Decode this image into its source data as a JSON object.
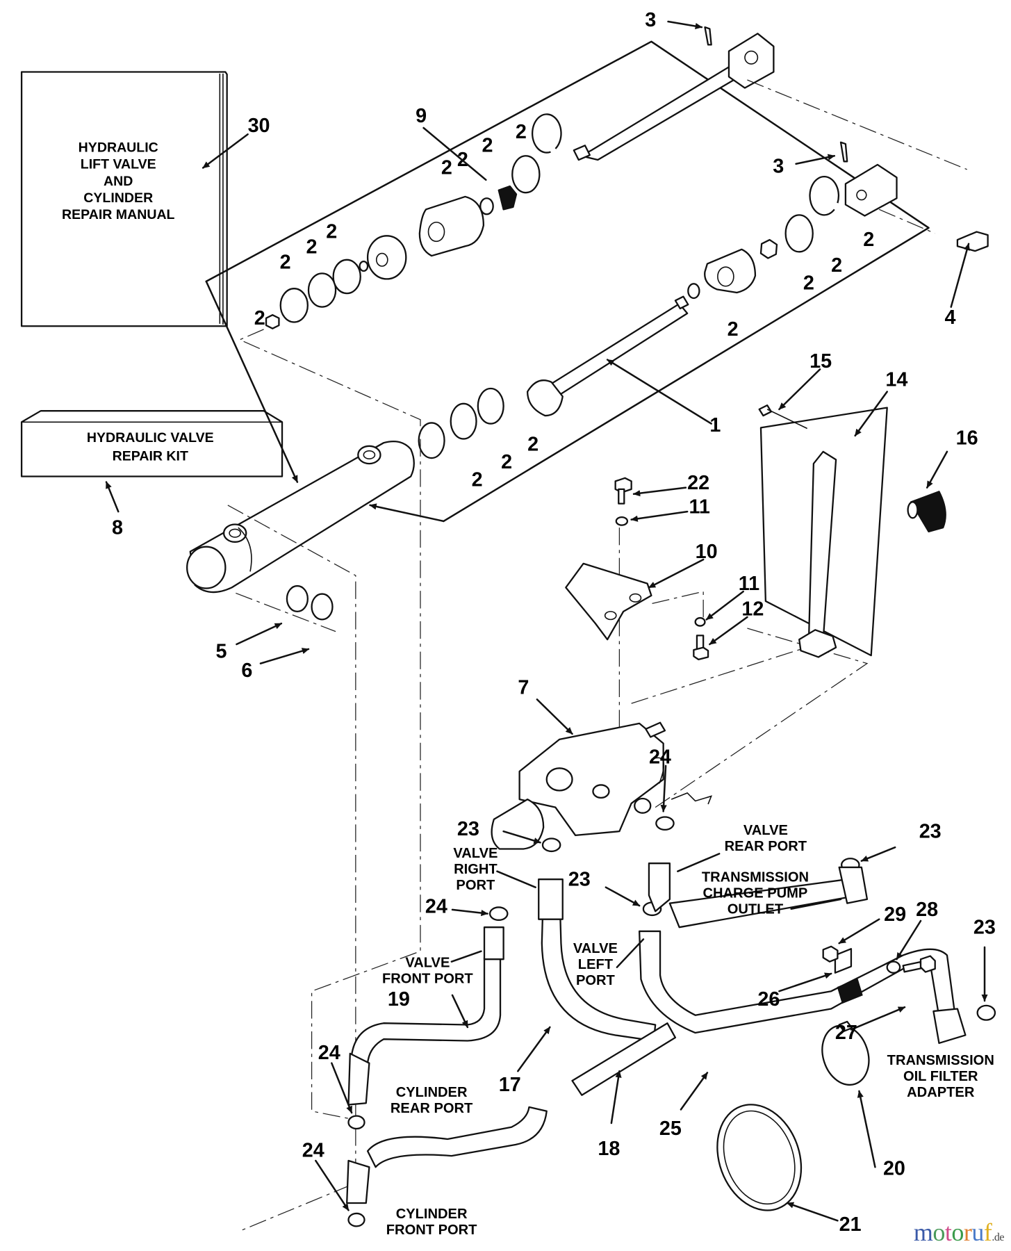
{
  "title": "Hydraulic lift valve and cylinder exploded parts diagram",
  "documents": {
    "manual": {
      "lines": [
        "HYDRAULIC",
        "LIFT VALVE",
        "AND",
        "CYLINDER",
        "REPAIR MANUAL"
      ],
      "callout": "30"
    },
    "kit": {
      "lines": [
        "HYDRAULIC VALVE",
        "REPAIR KIT"
      ],
      "callout": "8"
    }
  },
  "callouts": {
    "c1": "1",
    "c2": "2",
    "c3": "3",
    "c4": "4",
    "c5": "5",
    "c6": "6",
    "c7": "7",
    "c9": "9",
    "c10": "10",
    "c11": "11",
    "c12": "12",
    "c14": "14",
    "c15": "15",
    "c16": "16",
    "c17": "17",
    "c18": "18",
    "c19": "19",
    "c20": "20",
    "c21": "21",
    "c22": "22",
    "c23": "23",
    "c24": "24",
    "c25": "25",
    "c26": "26",
    "c27": "27",
    "c28": "28",
    "c29": "29"
  },
  "port_labels": {
    "valve_rear": [
      "VALVE",
      "REAR PORT"
    ],
    "valve_right": [
      "VALVE",
      "RIGHT",
      "PORT"
    ],
    "valve_left": [
      "VALVE",
      "LEFT",
      "PORT"
    ],
    "valve_front": [
      "VALVE",
      "FRONT PORT"
    ],
    "charge_pump": [
      "TRANSMISSION",
      "CHARGE PUMP",
      "OUTLET"
    ],
    "oil_filter": [
      "TRANSMISSION",
      "OIL FILTER",
      "ADAPTER"
    ],
    "cyl_rear": [
      "CYLINDER",
      "REAR PORT"
    ],
    "cyl_front": [
      "CYLINDER",
      "FRONT PORT"
    ]
  },
  "watermark": {
    "letters": [
      {
        "ch": "m",
        "color": "#3b5aa8"
      },
      {
        "ch": "o",
        "color": "#4a9a5a"
      },
      {
        "ch": "t",
        "color": "#d04a8a"
      },
      {
        "ch": "o",
        "color": "#3a9a4a"
      },
      {
        "ch": "r",
        "color": "#e08030"
      },
      {
        "ch": "u",
        "color": "#4a7ac8"
      },
      {
        "ch": "f",
        "color": "#e0b020"
      }
    ],
    "tld": ".de"
  }
}
